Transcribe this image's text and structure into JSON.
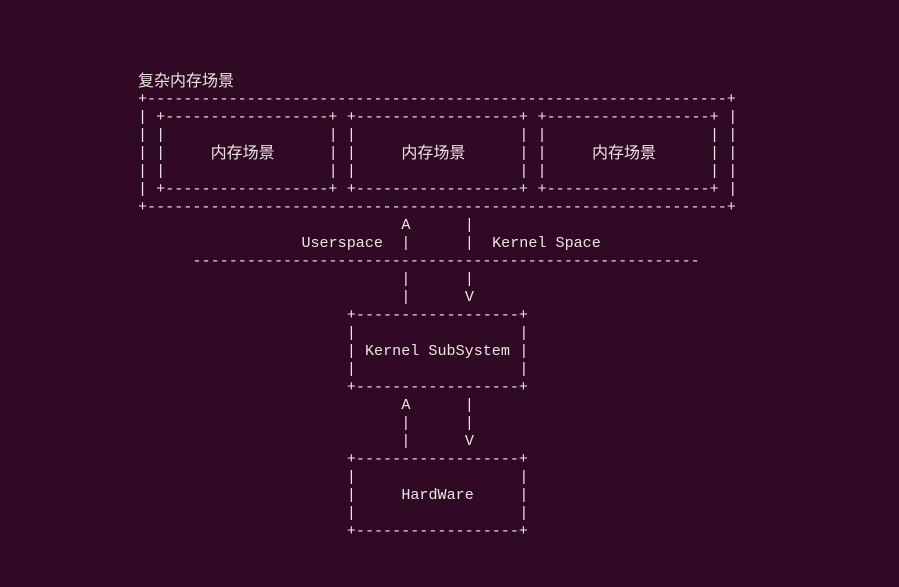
{
  "title": "复杂内存场景",
  "scenes": [
    {
      "label": "内存场景"
    },
    {
      "label": "内存场景"
    },
    {
      "label": "内存场景"
    }
  ],
  "userspace_label": "Userspace",
  "kernel_space_label": "Kernel Space",
  "kernel_subsystem_label": "Kernel SubSystem",
  "hardware_label": "HardWare",
  "arrow_up": "A",
  "arrow_down": "V",
  "colors": {
    "background": "#300a24",
    "text": "#e9e6df"
  }
}
